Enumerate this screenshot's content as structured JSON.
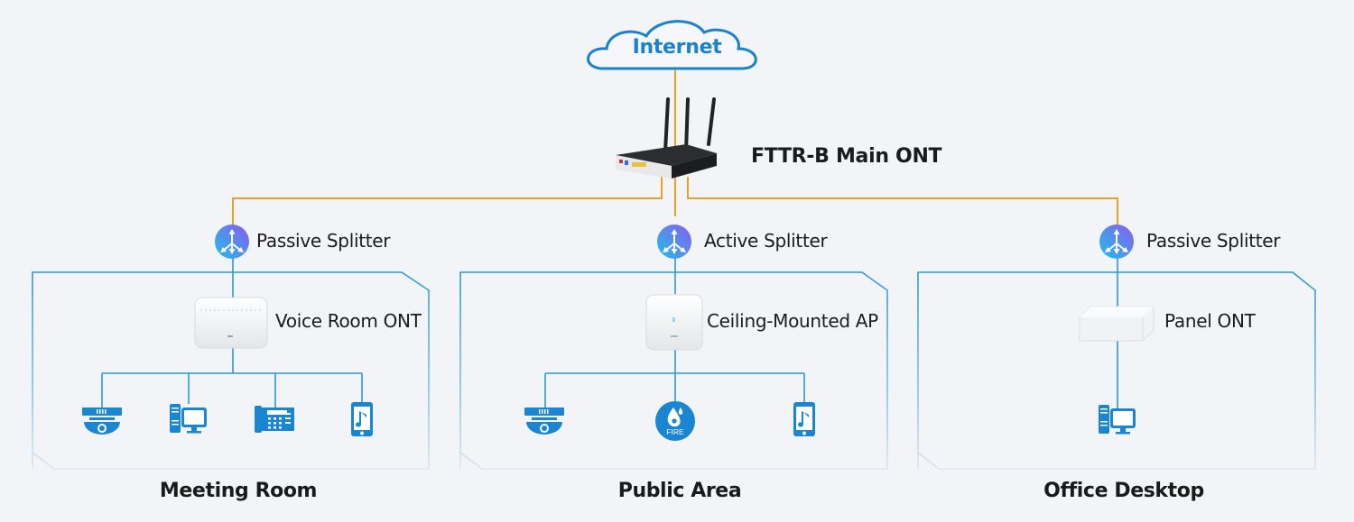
{
  "diagram": {
    "internet": {
      "label": "Internet",
      "icon": "cloud-icon"
    },
    "main_ont": {
      "label": "FTTR-B Main ONT",
      "icon": "router-icon"
    },
    "colors": {
      "fiber_line": "#f0a020",
      "network_line": "#2a9ad8",
      "cloud_stroke": "#1a82c8",
      "device_icon": "#1a86d2",
      "splitter_gradient_start": "#1ec0e8",
      "splitter_gradient_end": "#8a5cf0",
      "background": "#f3f4f8"
    },
    "branches": [
      {
        "area": "Meeting Room",
        "splitter": {
          "label": "Passive Splitter",
          "icon": "splitter-icon"
        },
        "device": {
          "label": "Voice Room ONT",
          "icon": "ont-router-icon"
        },
        "endpoints": [
          {
            "name": "dome-camera",
            "icon": "dome-camera-icon"
          },
          {
            "name": "desktop-computer",
            "icon": "desktop-computer-icon"
          },
          {
            "name": "ip-phone",
            "icon": "ip-phone-icon"
          },
          {
            "name": "smartphone",
            "icon": "smartphone-music-icon"
          }
        ]
      },
      {
        "area": "Public Area",
        "splitter": {
          "label": "Active Splitter",
          "icon": "splitter-icon"
        },
        "device": {
          "label": "Ceiling-Mounted AP",
          "icon": "access-point-icon"
        },
        "endpoints": [
          {
            "name": "dome-camera",
            "icon": "dome-camera-icon"
          },
          {
            "name": "fire-sensor",
            "icon": "fire-sensor-icon",
            "text": "FIRE"
          },
          {
            "name": "smartphone",
            "icon": "smartphone-music-icon"
          }
        ]
      },
      {
        "area": "Office Desktop",
        "splitter": {
          "label": "Passive Splitter",
          "icon": "splitter-icon"
        },
        "device": {
          "label": "Panel ONT",
          "icon": "panel-ont-icon"
        },
        "endpoints": [
          {
            "name": "desktop-computer",
            "icon": "desktop-computer-icon"
          }
        ]
      }
    ]
  }
}
